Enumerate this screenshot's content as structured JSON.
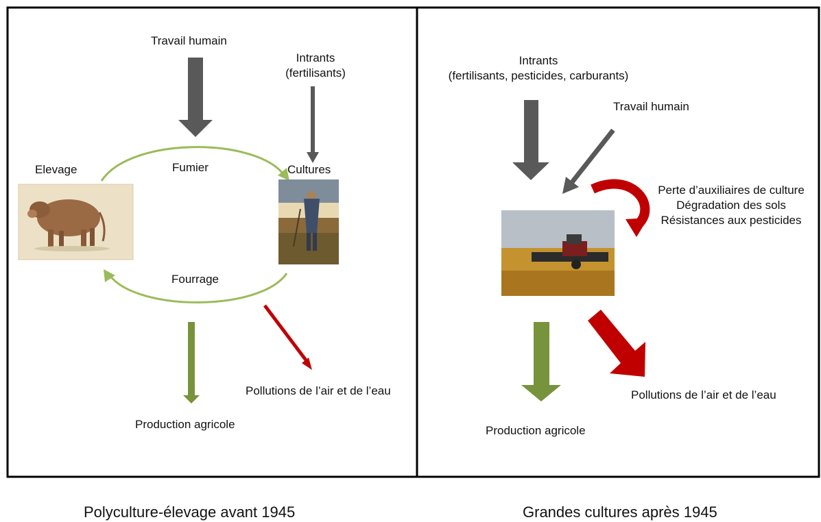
{
  "left": {
    "labor": "Travail humain",
    "inputs_line1": "Intrants",
    "inputs_line2": "(fertilisants)",
    "livestock": "Elevage",
    "crops": "Cultures",
    "manure": "Fumier",
    "fodder": "Fourrage",
    "production": "Production agricole",
    "pollution": "Pollutions de l’air et de l’eau",
    "caption": "Polyculture-élevage avant 1945"
  },
  "right": {
    "inputs_line1": "Intrants",
    "inputs_line2": "(fertilisants, pesticides, carburants)",
    "labor": "Travail humain",
    "effect1": "Perte d’auxiliaires de culture",
    "effect2": "Dégradation des sols",
    "effect3": "Résistances aux pesticides",
    "production": "Production agricole",
    "pollution": "Pollutions de l’air et de l’eau",
    "caption": "Grandes cultures après 1945"
  },
  "colors": {
    "gray_arrow": "#595959",
    "green_arrow": "#77933c",
    "light_green": "#9bbb59",
    "red_arrow": "#c00000"
  }
}
